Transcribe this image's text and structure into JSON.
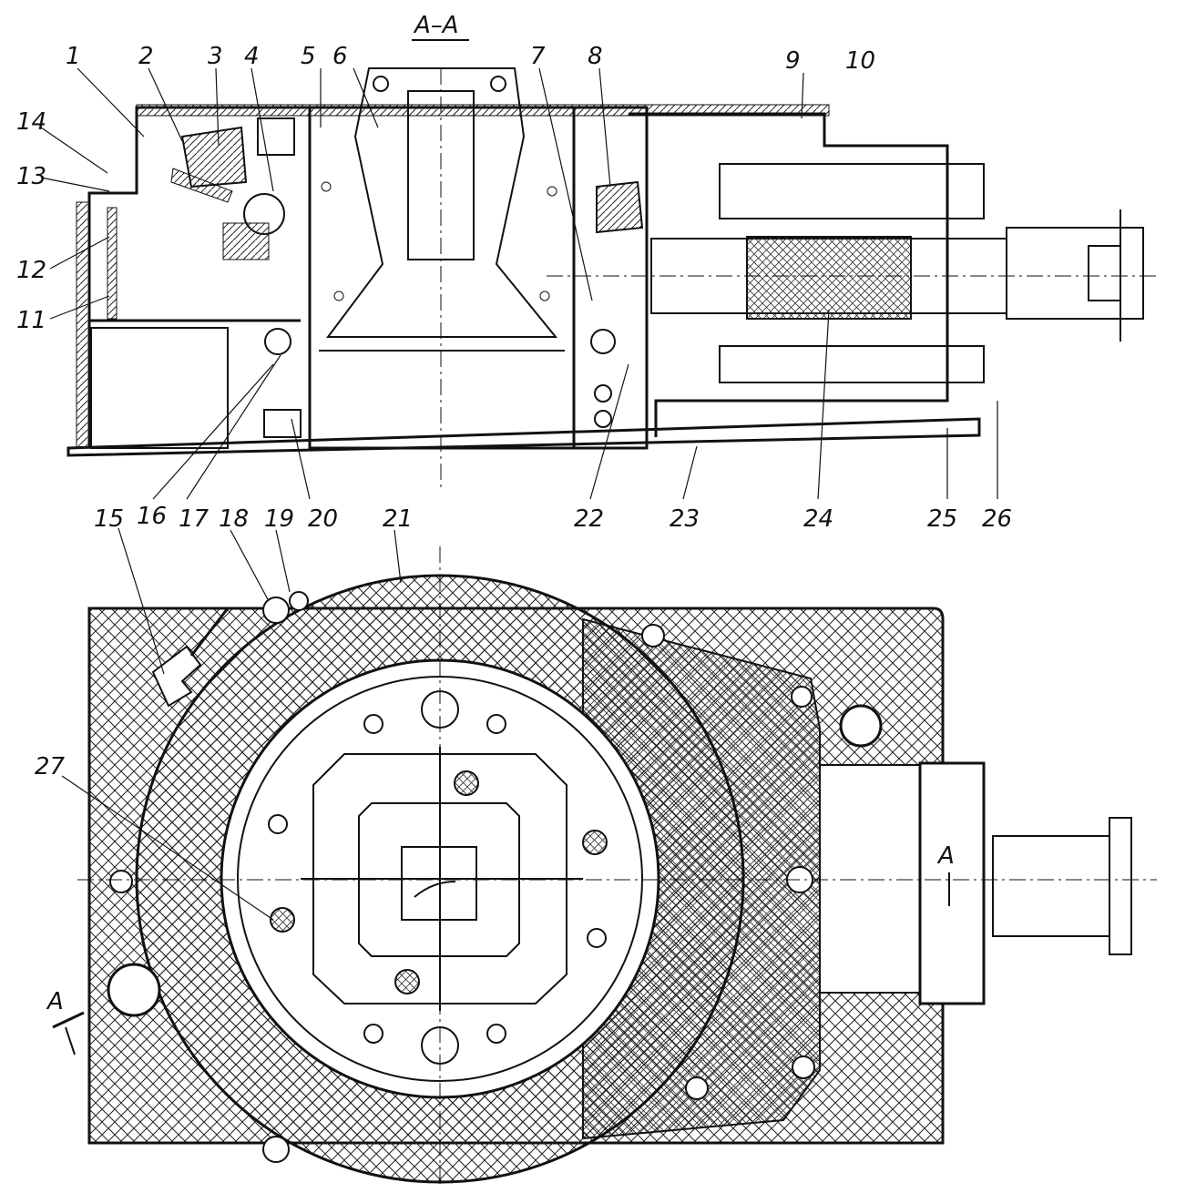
{
  "section_title": "A–A",
  "section_marker_right": "A",
  "section_marker_left": "A",
  "callouts": [
    "1",
    "2",
    "3",
    "4",
    "5",
    "6",
    "7",
    "8",
    "9",
    "10",
    "11",
    "12",
    "13",
    "14",
    "15",
    "16",
    "17",
    "18",
    "19",
    "20",
    "21",
    "22",
    "23",
    "24",
    "25",
    "26",
    "27"
  ],
  "colors": {
    "ink": "#111111",
    "paper": "#ffffff"
  }
}
